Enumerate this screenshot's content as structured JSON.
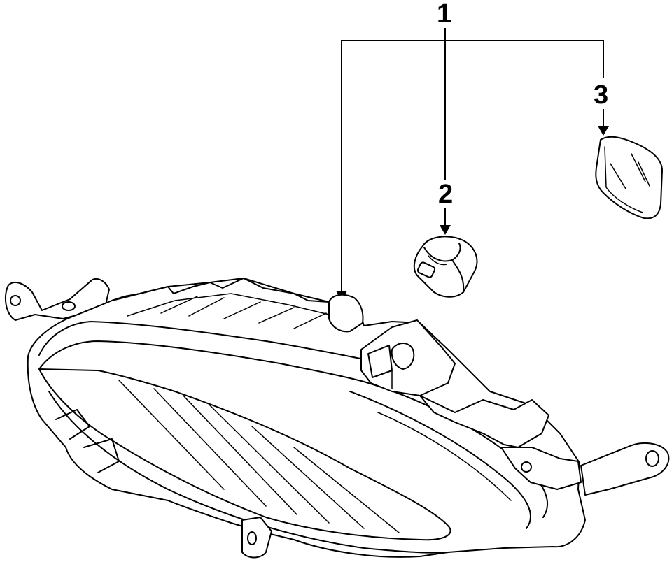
{
  "callouts": [
    {
      "label": "1"
    },
    {
      "label": "2"
    },
    {
      "label": "3"
    }
  ],
  "parts": [
    "fog-lamp-assembly",
    "bulb",
    "cover-lens"
  ],
  "colors": {
    "line": "#000000",
    "background": "#ffffff"
  }
}
